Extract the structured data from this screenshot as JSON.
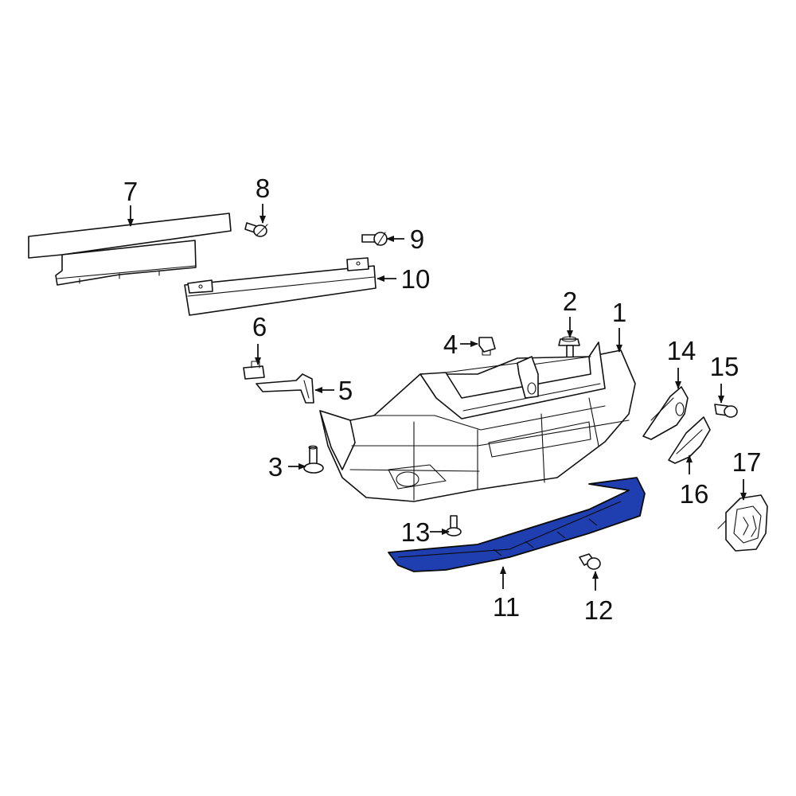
{
  "diagram": {
    "highlight_color": "#1f3fb0",
    "line_color": "#111111",
    "background": "#ffffff"
  },
  "callouts": {
    "c1": "1",
    "c2": "2",
    "c3": "3",
    "c4": "4",
    "c5": "5",
    "c6": "6",
    "c7": "7",
    "c8": "8",
    "c9": "9",
    "c10": "10",
    "c11": "11",
    "c12": "12",
    "c13": "13",
    "c14": "14",
    "c15": "15",
    "c16": "16",
    "c17": "17"
  }
}
